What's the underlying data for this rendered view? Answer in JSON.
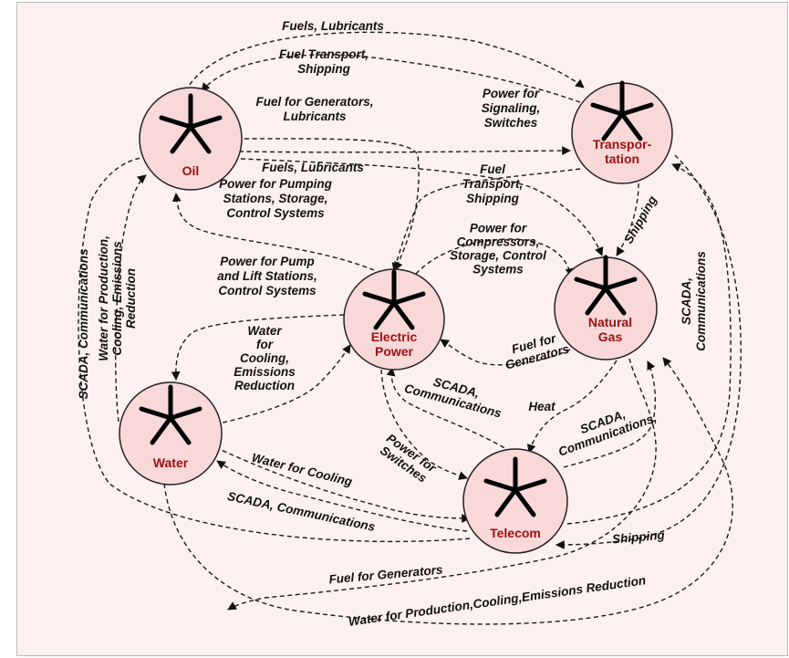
{
  "nodes": {
    "oil": {
      "label_lines": [
        "Oil"
      ]
    },
    "transportation": {
      "label_lines": [
        "Transpor-",
        "tation"
      ]
    },
    "electric_power": {
      "label_lines": [
        "Electric",
        "Power"
      ]
    },
    "natural_gas": {
      "label_lines": [
        "Natural",
        "Gas"
      ]
    },
    "water": {
      "label_lines": [
        "Water"
      ]
    },
    "telecom": {
      "label_lines": [
        "Telecom"
      ]
    }
  },
  "flows": {
    "fuels_lubricants_top": {
      "lines": [
        "Fuels, Lubricants"
      ]
    },
    "fuel_transport_shipping_top": {
      "lines": [
        "Fuel Transport,",
        "Shipping"
      ]
    },
    "fuel_for_generators_lubricants": {
      "lines": [
        "Fuel for Generators,",
        "Lubricants"
      ]
    },
    "power_for_signaling": {
      "lines": [
        "Power for",
        "Signaling,",
        "Switches"
      ]
    },
    "fuels_lubricants_mid": {
      "lines": [
        "Fuels, Lubricants"
      ]
    },
    "fuel_transport_shipping_mid": {
      "lines": [
        "Fuel",
        "Transport,",
        "Shipping"
      ]
    },
    "shipping_diag": {
      "lines": [
        "Shipping"
      ]
    },
    "power_for_pumping": {
      "lines": [
        "Power for Pumping",
        "Stations, Storage,",
        "Control Systems"
      ]
    },
    "power_for_compressors": {
      "lines": [
        "Power for",
        "Compressors,",
        "Storage, Control",
        "Systems"
      ]
    },
    "power_for_pump_lift": {
      "lines": [
        "Power for Pump",
        "and Lift Stations,",
        "Control Systems"
      ]
    },
    "scada_left": {
      "lines": [
        "SCADA, Communications"
      ]
    },
    "water_for_production_vertical": {
      "lines": [
        "Water for Production,",
        "Cooling, Emissions",
        "Reduction"
      ]
    },
    "water_for_cooling_emissions": {
      "lines": [
        "Water",
        "for",
        "Cooling,",
        "Emissions",
        "Reduction"
      ]
    },
    "fuel_for_generators_gas": {
      "lines": [
        "Fuel for",
        "Generators"
      ]
    },
    "scada_comm_center": {
      "lines": [
        "SCADA,",
        "Communications"
      ]
    },
    "heat": {
      "lines": [
        "Heat"
      ]
    },
    "scada_comm_telecom_gas": {
      "lines": [
        "SCADA,",
        "Communications,"
      ]
    },
    "scada_right": {
      "lines": [
        "SCADA,",
        "Communications"
      ]
    },
    "water_for_cooling": {
      "lines": [
        "Water for Cooling"
      ]
    },
    "power_for_switches": {
      "lines": [
        "Power for",
        "Switches"
      ]
    },
    "scada_comm_water": {
      "lines": [
        "SCADA, Communications"
      ]
    },
    "shipping_bottom": {
      "lines": [
        "Shipping"
      ]
    },
    "fuel_for_generators_bottom": {
      "lines": [
        "Fuel for Generators"
      ]
    },
    "water_for_production_bottom": {
      "lines": [
        "Water for Production,Cooling,Emissions Reduction"
      ]
    }
  }
}
